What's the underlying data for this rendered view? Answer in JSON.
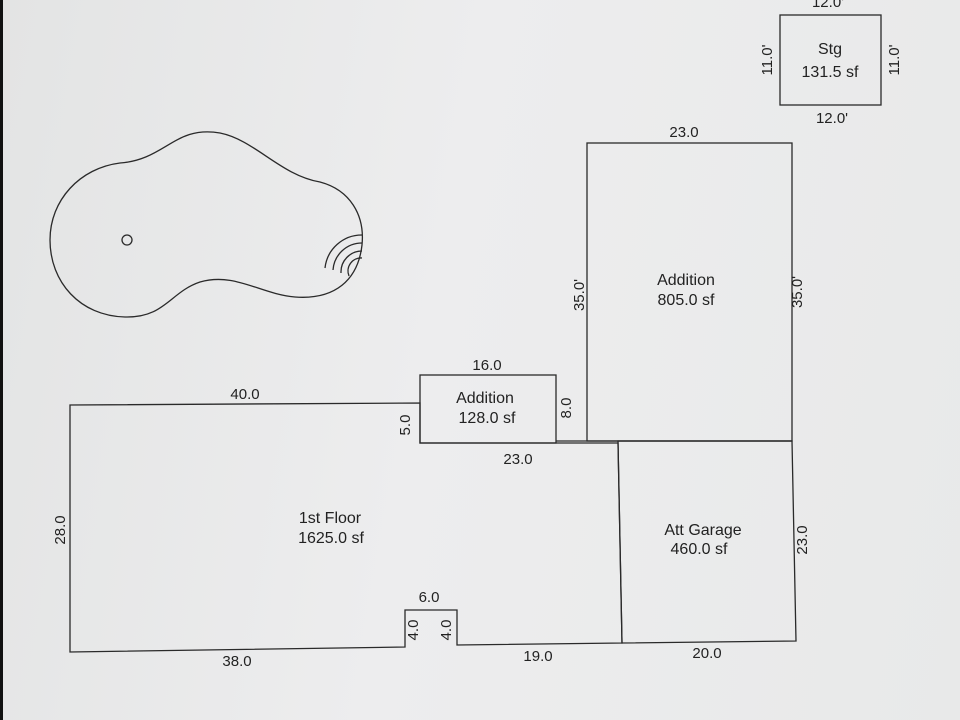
{
  "rooms": {
    "storage": {
      "name": "Stg",
      "area": "131.5 sf"
    },
    "addition_large": {
      "name": "Addition",
      "area": "805.0 sf"
    },
    "addition_small": {
      "name": "Addition",
      "area": "128.0 sf"
    },
    "first_floor": {
      "name": "1st Floor",
      "area": "1625.0 sf"
    },
    "garage": {
      "name": "Att Garage",
      "area": "460.0 sf"
    }
  },
  "dimensions": {
    "stg_top": "12.0'",
    "stg_left": "11.0'",
    "stg_right": "11.0'",
    "stg_bottom": "12.0'",
    "addl_top": "23.0",
    "addl_left": "35.0'",
    "addl_right": "35.0'",
    "adds_top": "16.0",
    "adds_left": "5.0",
    "adds_right": "8.0",
    "ff_top": "40.0",
    "ff_left": "28.0",
    "ff_bottom_left": "38.0",
    "ff_mid": "23.0",
    "notch_top": "6.0",
    "notch_left": "4.0",
    "notch_right": "4.0",
    "ff_bottom_right": "19.0",
    "garage_right": "23.0",
    "garage_bottom": "20.0"
  }
}
